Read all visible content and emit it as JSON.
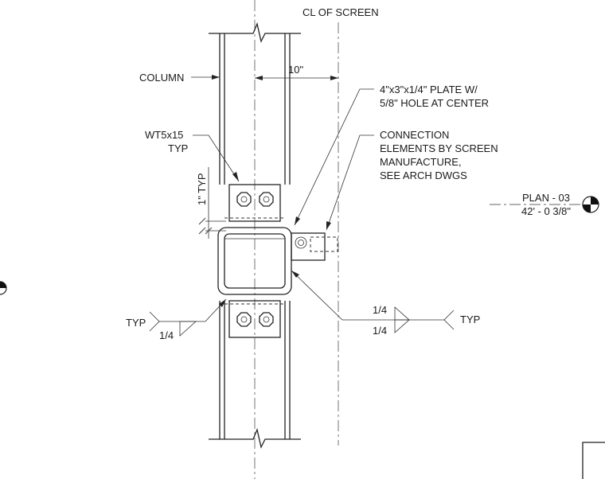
{
  "labels": {
    "cl_of_screen": "CL OF SCREEN",
    "column": "COLUMN",
    "dim_10": "10\"",
    "plate_line1": "4\"x3\"x1/4\" PLATE W/",
    "plate_line2": "5/8\" HOLE AT CENTER",
    "wt_line1": "WT5x15",
    "wt_line2": "TYP",
    "conn_line1": "CONNECTION",
    "conn_line2": "ELEMENTS BY SCREEN",
    "conn_line3": "MANUFACTURE,",
    "conn_line4": "SEE ARCH DWGS",
    "one_typ": "1\" TYP",
    "plan_name": "PLAN - 03",
    "plan_elev": "42' - 0 3/8\"",
    "typ_left": "TYP",
    "weld_left": "1/4",
    "weld_right_top": "1/4",
    "weld_right_bottom": "1/4",
    "typ_right": "TYP"
  }
}
